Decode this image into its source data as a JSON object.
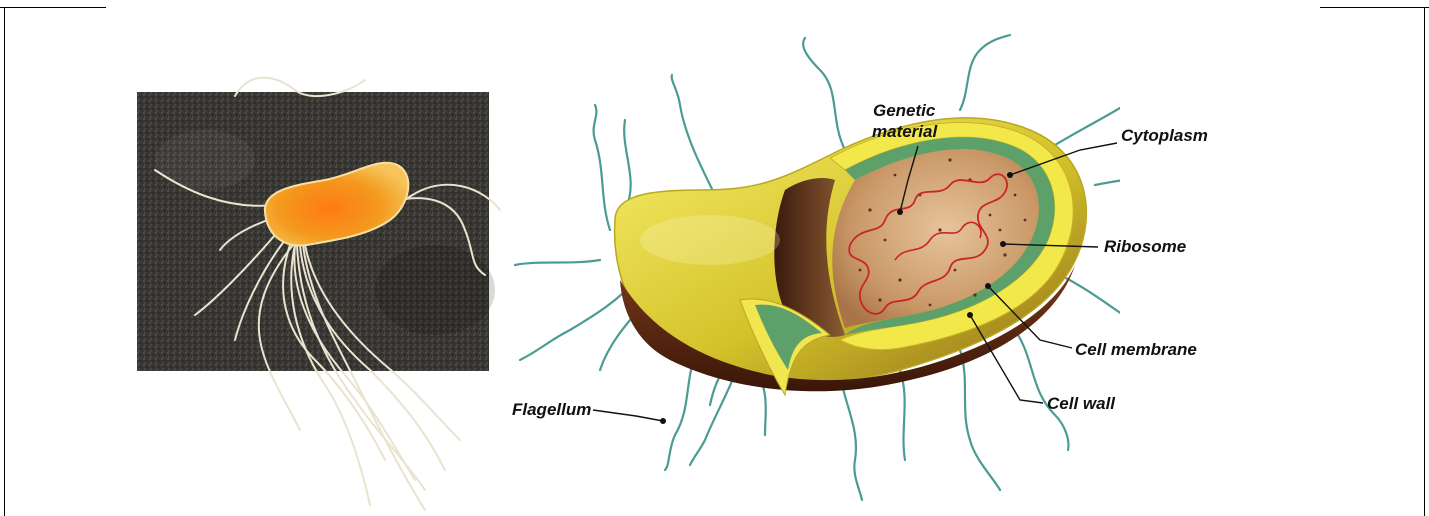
{
  "diagram": {
    "labels": {
      "genetic_material_line1": "Genetic",
      "genetic_material_line2": "material",
      "cytoplasm": "Cytoplasm",
      "ribosome": "Ribosome",
      "cell_membrane": "Cell membrane",
      "cell_wall": "Cell wall",
      "flagellum": "Flagellum"
    }
  }
}
